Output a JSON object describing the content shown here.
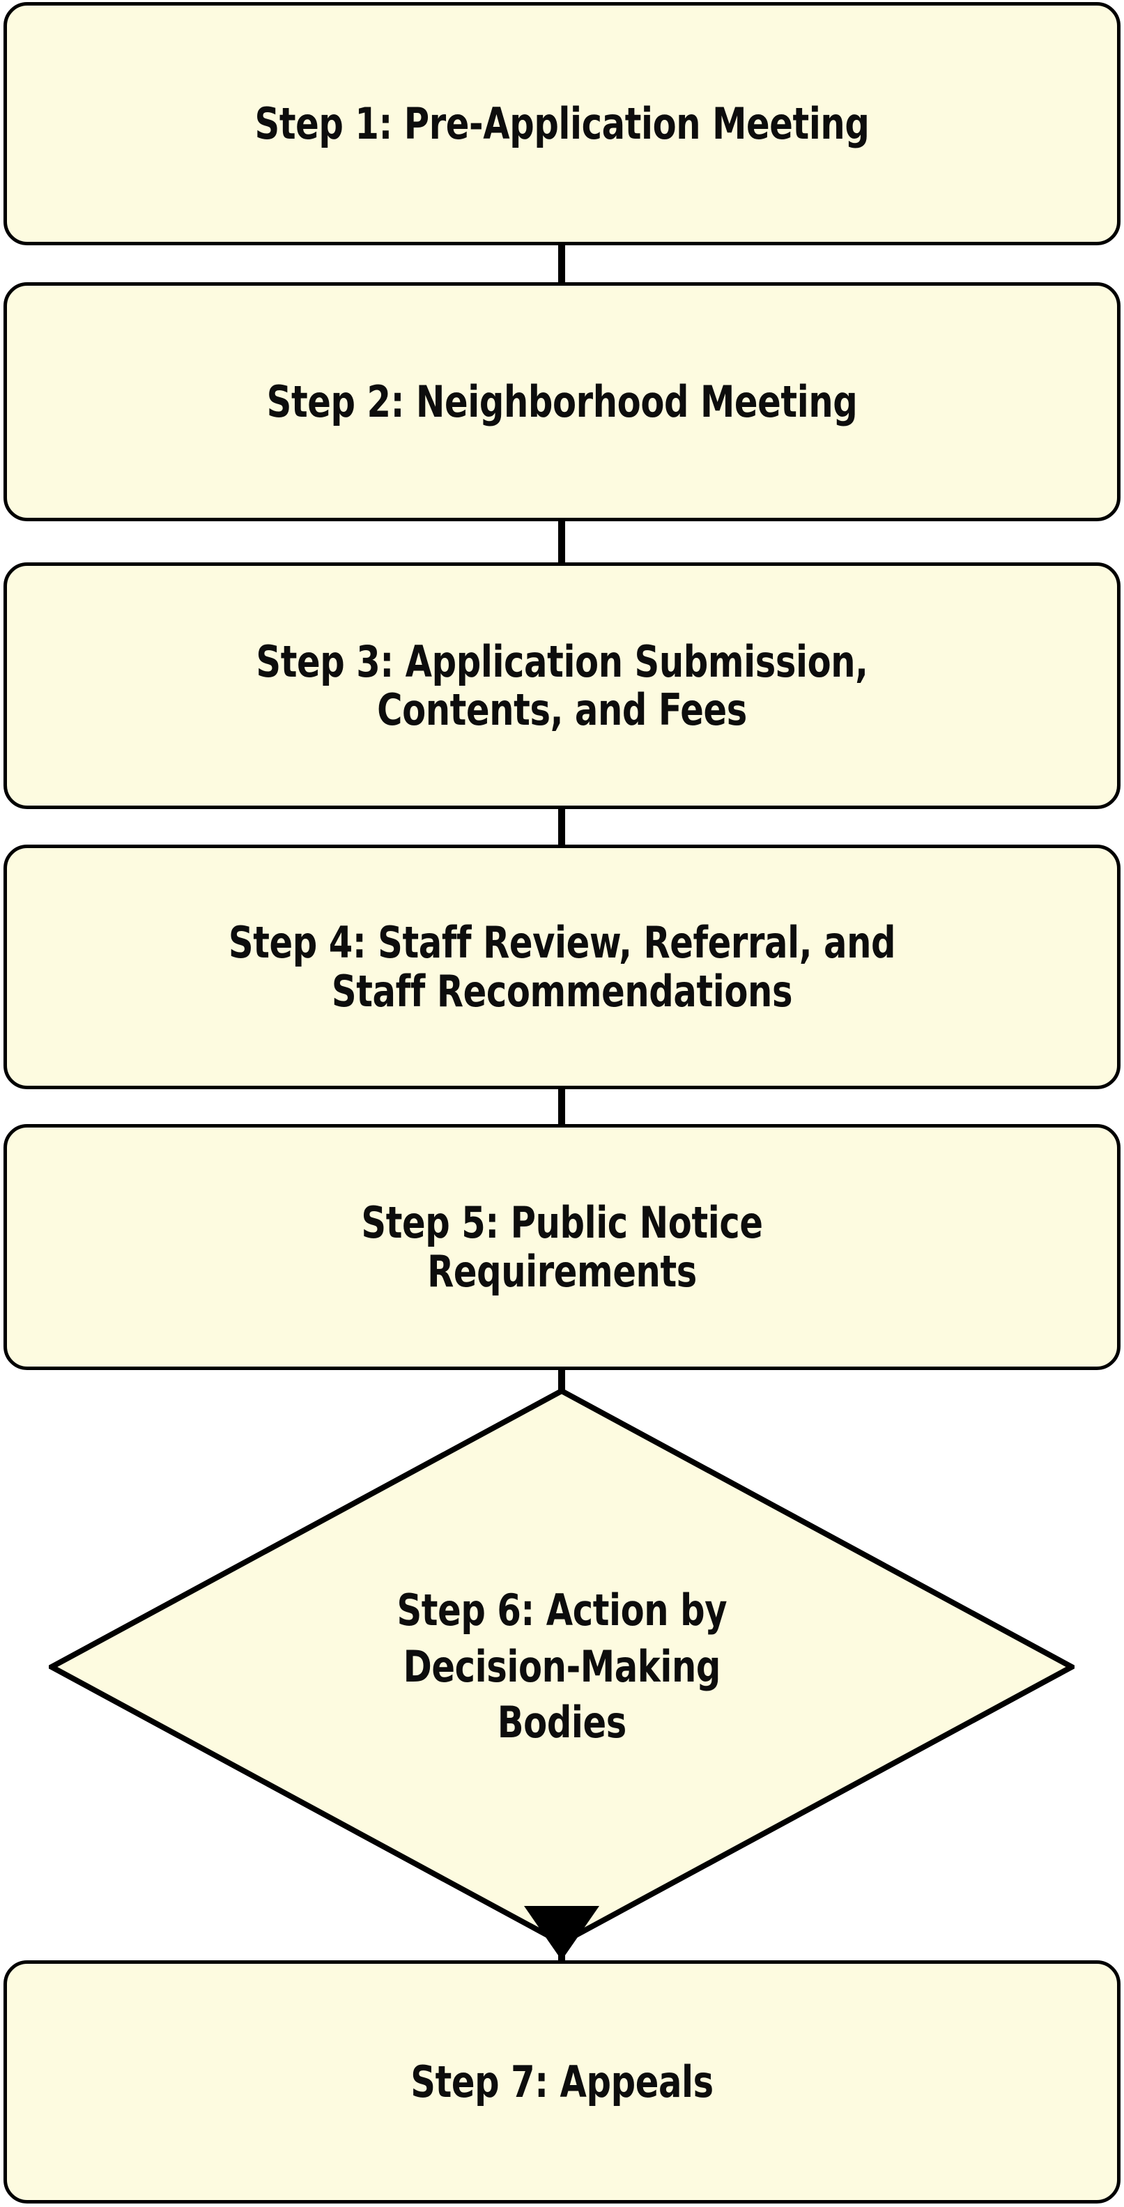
{
  "diagram": {
    "type": "flowchart",
    "orientation": "top-to-bottom",
    "title_text": "",
    "colors": {
      "node_fill": "#FDFBE0",
      "node_border": "#000000",
      "text": "#0D0D0D",
      "connector": "#000000",
      "background": "#FFFFFF"
    },
    "nodes": [
      {
        "id": "step1",
        "shape": "rounded-rectangle",
        "label": "Step 1: Pre-Application Meeting"
      },
      {
        "id": "step2",
        "shape": "rounded-rectangle",
        "label": "Step 2: Neighborhood Meeting"
      },
      {
        "id": "step3",
        "shape": "rounded-rectangle",
        "label": "Step 3: Application Submission,\nContents, and Fees"
      },
      {
        "id": "step4",
        "shape": "rounded-rectangle",
        "label": "Step 4: Staff Review, Referral, and\nStaff Recommendations"
      },
      {
        "id": "step5",
        "shape": "rounded-rectangle",
        "label": "Step 5: Public Notice\nRequirements"
      },
      {
        "id": "step6",
        "shape": "diamond",
        "label": "Step 6: Action by\nDecision-Making\nBodies"
      },
      {
        "id": "step7",
        "shape": "rounded-rectangle",
        "label": "Step 7: Appeals"
      }
    ],
    "edges": [
      {
        "from": "step1",
        "to": "step2",
        "style": "line",
        "arrow": false,
        "label": ""
      },
      {
        "from": "step2",
        "to": "step3",
        "style": "line",
        "arrow": false,
        "label": ""
      },
      {
        "from": "step3",
        "to": "step4",
        "style": "line",
        "arrow": false,
        "label": ""
      },
      {
        "from": "step4",
        "to": "step5",
        "style": "line",
        "arrow": false,
        "label": ""
      },
      {
        "from": "step5",
        "to": "step6",
        "style": "line",
        "arrow": false,
        "label": ""
      },
      {
        "from": "step6",
        "to": "step7",
        "style": "line",
        "arrow": true,
        "label": ""
      }
    ]
  }
}
